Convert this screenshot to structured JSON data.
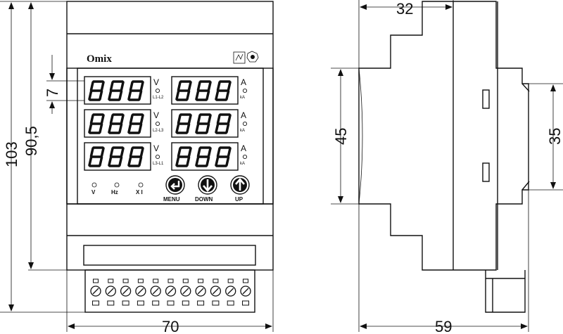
{
  "brand": "Omix",
  "dimensions": {
    "height_total": "103",
    "height_inner": "90,5",
    "display_digit": "7",
    "width_front": "70",
    "depth_top": "32",
    "depth_total": "59",
    "side_mid": "45",
    "din_rail": "35"
  },
  "displays": [
    {
      "left_value": "888",
      "left_unit": "V",
      "left_sub": "L1-L2",
      "right_value": "888",
      "right_unit": "A",
      "right_sub": "kA"
    },
    {
      "left_value": "888",
      "left_unit": "V",
      "left_sub": "L2-L3",
      "right_value": "888",
      "right_unit": "A",
      "right_sub": "kA"
    },
    {
      "left_value": "888",
      "left_unit": "V",
      "left_sub": "L3-L1",
      "right_value": "888",
      "right_unit": "A",
      "right_sub": "kA"
    }
  ],
  "indicators": [
    "V",
    "Hz",
    "X I"
  ],
  "buttons": [
    {
      "label": "MENU",
      "icon": "enter-arrow-icon"
    },
    {
      "label": "DOWN",
      "icon": "down-arrow-icon"
    },
    {
      "label": "UP",
      "icon": "up-arrow-icon"
    }
  ],
  "terminal_count": 11
}
